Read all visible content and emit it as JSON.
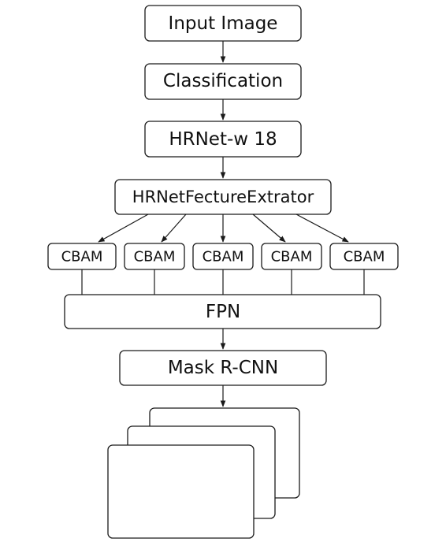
{
  "diagram": {
    "nodes": {
      "input": "Input Image",
      "classification": "Classification",
      "backbone": "HRNet-w 18",
      "extractor": "HRNetFectureExtrator",
      "cbam": [
        "CBAM",
        "CBAM",
        "CBAM",
        "CBAM",
        "CBAM"
      ],
      "fpn": "FPN",
      "head": "Mask R-CNN"
    },
    "edges": [
      [
        "input",
        "classification"
      ],
      [
        "classification",
        "backbone"
      ],
      [
        "backbone",
        "extractor"
      ],
      [
        "extractor",
        "cbam-1"
      ],
      [
        "extractor",
        "cbam-2"
      ],
      [
        "extractor",
        "cbam-3"
      ],
      [
        "extractor",
        "cbam-4"
      ],
      [
        "extractor",
        "cbam-5"
      ],
      [
        "cbam-1",
        "fpn"
      ],
      [
        "cbam-2",
        "fpn"
      ],
      [
        "cbam-3",
        "fpn"
      ],
      [
        "cbam-4",
        "fpn"
      ],
      [
        "cbam-5",
        "fpn"
      ],
      [
        "fpn",
        "head"
      ],
      [
        "head",
        "output-stack"
      ]
    ],
    "output_stack_count": 3
  }
}
